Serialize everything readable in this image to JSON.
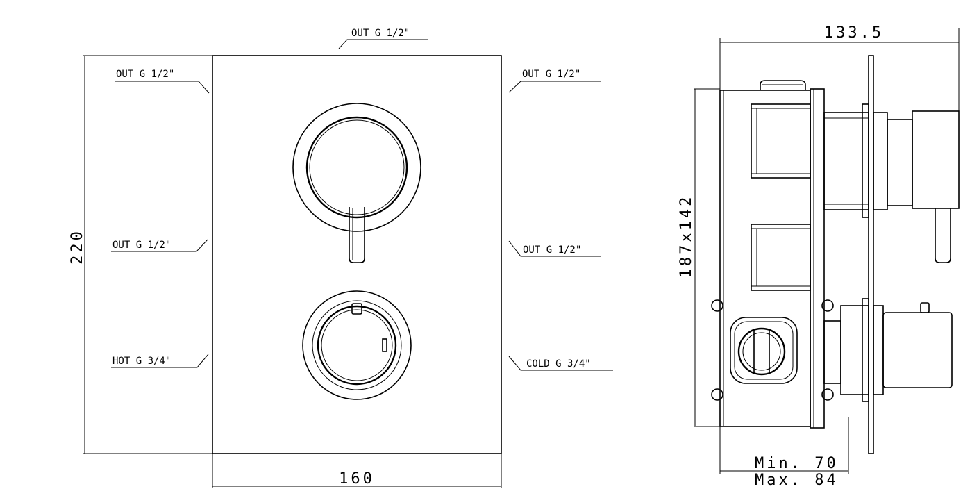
{
  "front_view": {
    "width_dim": "160",
    "height_dim": "220",
    "labels": {
      "top": "OUT G 1/2\"",
      "left_top": "OUT G 1/2\"",
      "right_top": "OUT G 1/2\"",
      "left_mid": "OUT G 1/2\"",
      "right_mid": "OUT G 1/2\"",
      "left_bottom": "HOT G 3/4\"",
      "right_bottom": "COLD G 3/4\""
    }
  },
  "side_view": {
    "depth_dim": "133.5",
    "body_dim": "187x142",
    "min_dim": "Min. 70",
    "max_dim": "Max. 84"
  }
}
